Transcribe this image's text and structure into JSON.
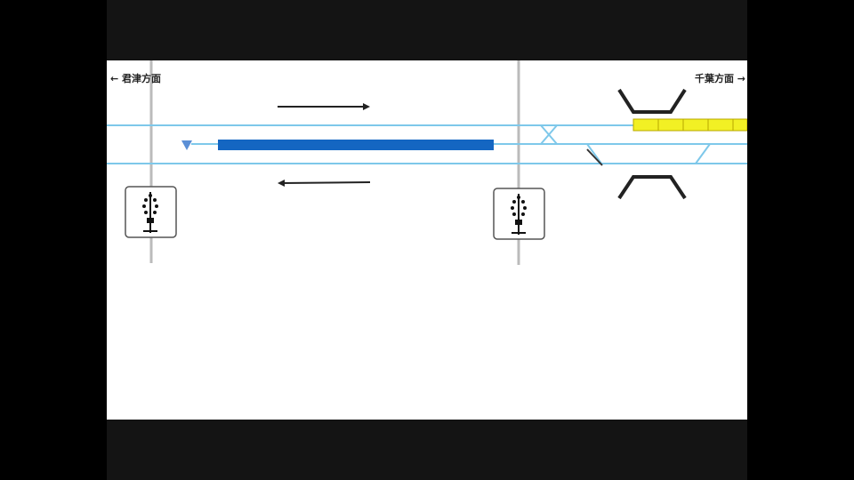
{
  "directions": {
    "left": "← 君津方面",
    "right": "千葉方面 →"
  },
  "colors": {
    "track": "#7ec8ea",
    "train_blue": "#1466c2",
    "train_yellow": "#f2f024",
    "signal_post": "#bbbbbb",
    "platform": "#222222",
    "arrow": "#222222"
  },
  "icons": {
    "signal_box": "signal-tree-icon",
    "triangle": "track-end-triangle-icon"
  },
  "trains": [
    {
      "name": "blue-train",
      "color": "#1466c2"
    },
    {
      "name": "yellow-train",
      "color": "#f2f024"
    }
  ]
}
